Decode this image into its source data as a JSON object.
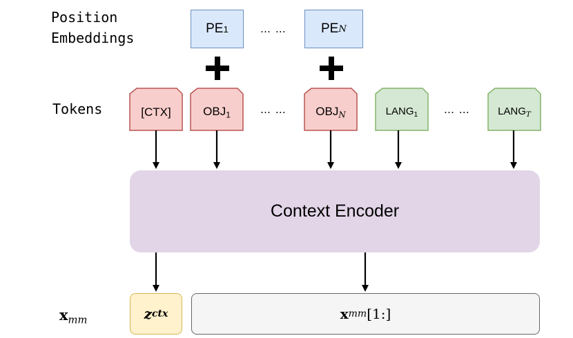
{
  "labels": {
    "position_embeddings_line1": "Position",
    "position_embeddings_line2": "Embeddings",
    "tokens": "Tokens",
    "xmm_base": "x",
    "xmm_sub": "mm"
  },
  "pe": [
    {
      "base": "PE",
      "sub": "1"
    },
    {
      "base": "PE",
      "sub": "N"
    }
  ],
  "ellipsis": "… …",
  "plus": "+",
  "tokens": [
    {
      "base": "[CTX]",
      "sub": "",
      "kind": "ctx"
    },
    {
      "base": "OBJ",
      "sub": "1",
      "kind": "obj"
    },
    {
      "base": "OBJ",
      "sub": "N",
      "kind": "obj"
    },
    {
      "base": "LANG",
      "sub": "1",
      "kind": "lang"
    },
    {
      "base": "LANG",
      "sub": "T",
      "kind": "lang"
    }
  ],
  "encoder": {
    "label": "Context Encoder"
  },
  "outputs": {
    "ctx": {
      "base": "z",
      "sub": "ctx"
    },
    "rest": {
      "base": "x",
      "sub": "mm",
      "suffix": "[1:]"
    }
  },
  "colors": {
    "pe_fill": "#dae8fc",
    "pe_stroke": "#6c8ebf",
    "obj_fill": "#f8cecc",
    "obj_stroke": "#b85450",
    "lang_fill": "#d5e8d4",
    "lang_stroke": "#82b366",
    "encoder_fill": "#e1d5e7",
    "ctx_fill": "#fff2cc",
    "ctx_stroke": "#d6b656",
    "rest_fill": "#f5f5f5",
    "rest_stroke": "#666666"
  }
}
